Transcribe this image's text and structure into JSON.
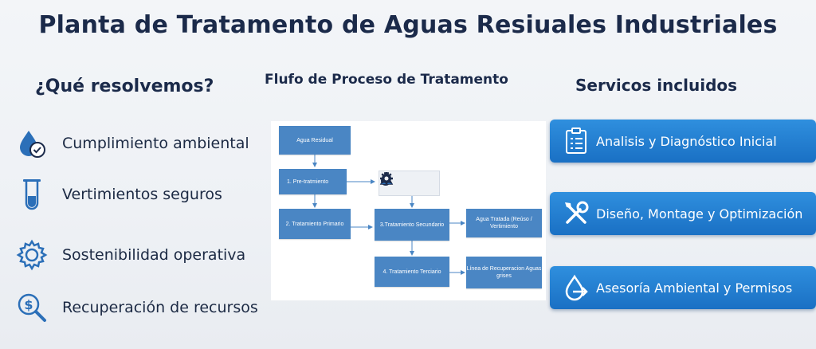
{
  "title": "Planta de Tratamento de Aguas Resiuales Industriales",
  "left": {
    "heading": "¿Qué resolvemos?",
    "items": [
      {
        "label": "Cumplimiento ambiental",
        "icon": "water-drop-check-icon"
      },
      {
        "label": "Vertimientos seguros",
        "icon": "test-tube-icon"
      },
      {
        "label": "Sostenibilidad operativa",
        "icon": "gear-icon"
      },
      {
        "label": "Recuperación de recursos",
        "icon": "magnifier-dollar-icon"
      }
    ]
  },
  "flow": {
    "heading": "Flufo de Proceso de Tratamento",
    "nodes": {
      "agua": "Agua Residual",
      "pre": "1. Pre-tratmiento",
      "primario": "2. Tratamiento Primario",
      "secundario": "3.Tratamiento Secundario",
      "terciario": "4. Tratamiento Terciario",
      "tratada": "Agua Tratada (Reúso / Vertimiento",
      "recuperacion": "Línea de Recuperacion Aguas grises"
    },
    "tool_icons": [
      "drop-icon",
      "flask-icon",
      "gear-icon"
    ]
  },
  "services": {
    "heading": "Servicos incluidos",
    "items": [
      {
        "label": "Analisis y Diagnóstico Inicial",
        "icon": "clipboard-icon"
      },
      {
        "label": "Diseño, Montage y Optimización",
        "icon": "tools-icon"
      },
      {
        "label": "Asesoría Ambiental y Permisos",
        "icon": "water-drop-arrow-icon"
      }
    ]
  },
  "colors": {
    "primary_blue": "#1f78c8",
    "node_blue": "#4a86c4",
    "text_dark": "#1b2a4a"
  }
}
